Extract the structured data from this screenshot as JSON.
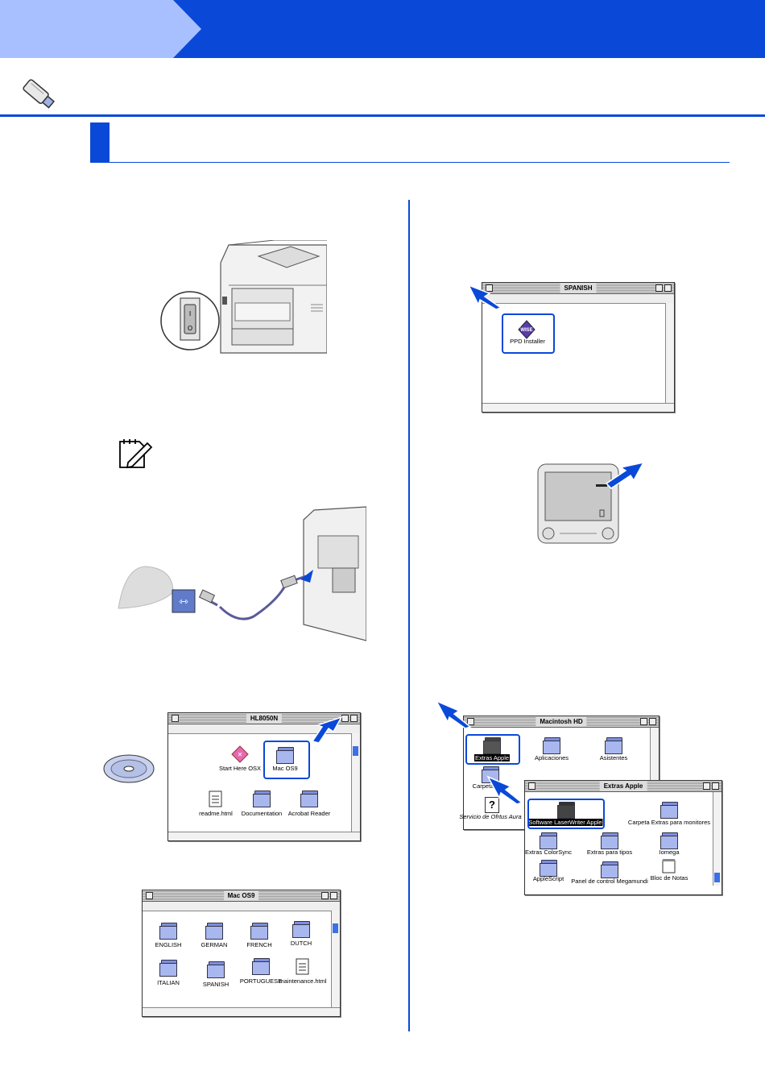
{
  "colors": {
    "accent": "#0a49d8",
    "tab_light": "#a8c0ff"
  },
  "icons": {
    "header": "usb-cable-icon",
    "note": "note-pencil-icon"
  },
  "win_hl8050n": {
    "title": "HL8050N",
    "items": [
      "Start Here OSX",
      "Mac OS9",
      "readme.html",
      "Documentation",
      "Acrobat Reader"
    ]
  },
  "win_macos9": {
    "title": "Mac OS9",
    "items": [
      "ENGLISH",
      "GERMAN",
      "FRENCH",
      "DUTCH",
      "ITALIAN",
      "SPANISH",
      "PORTUGUESE",
      "maintenance.html"
    ]
  },
  "win_spanish": {
    "title": "SPANISH",
    "items": [
      "PPD Installer"
    ]
  },
  "win_macintosh_hd": {
    "title": "Macintosh HD",
    "items": [
      "Extras Apple",
      "Aplicaciones",
      "Asistentes",
      "Carpeta",
      "Servicio de Ofrtus Aura"
    ]
  },
  "win_extras_apple": {
    "title": "Extras Apple",
    "items": [
      "Software LaserWriter Apple",
      "Carpeta Extras para monitores",
      "Extras ColorSync",
      "Extras para tipos",
      "Iomega",
      "AppleScript",
      "Panel de control Megamundi",
      "Bloc de Notas"
    ]
  }
}
